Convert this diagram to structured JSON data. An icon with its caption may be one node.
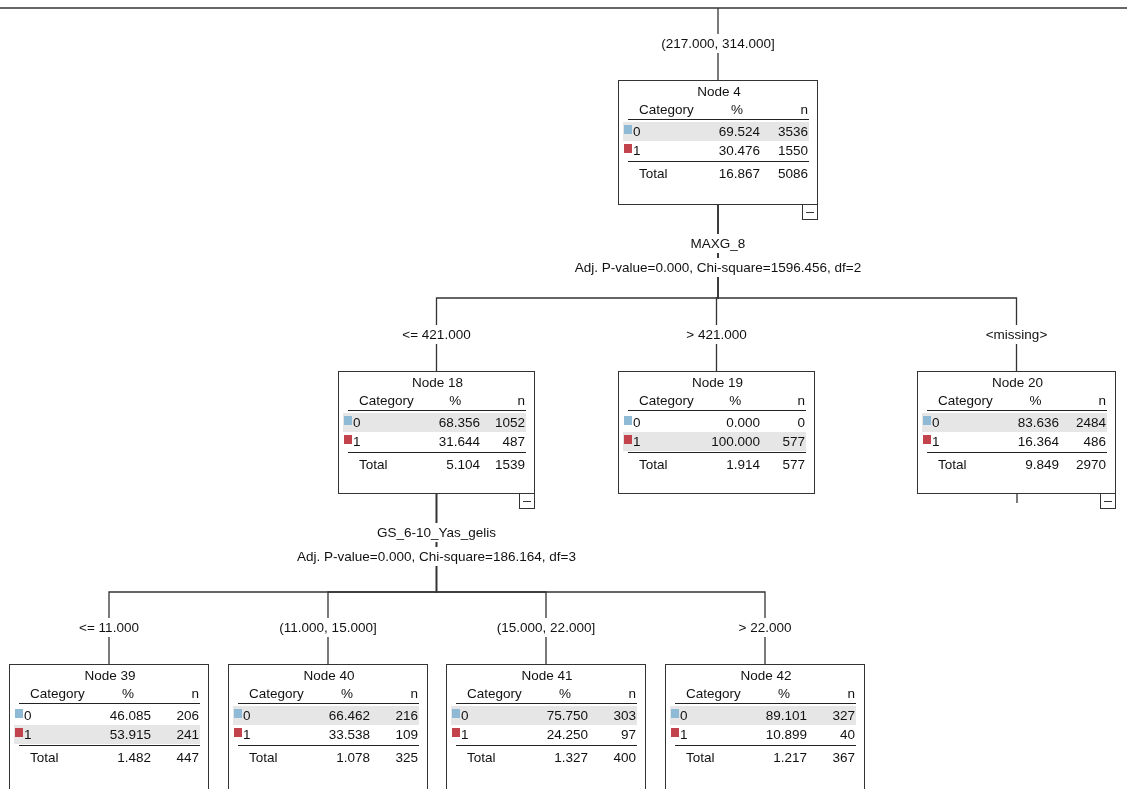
{
  "diagram": {
    "nodes": [
      {
        "text": [
          "Node 4",
          "Category",
          "%",
          "n",
          "0",
          "69.524",
          "3536",
          "1",
          "30.476",
          "1550",
          "Total",
          "16.867",
          "5086"
        ],
        "beside": [
          "MAXG_8",
          "Adj. P-value=0.000, Chi-square=1596.456, df=2"
        ]
      },
      {
        "text": [
          "Node 18",
          "Category",
          "%",
          "n",
          "0",
          "68.356",
          "1052",
          "1",
          "31.644",
          "487",
          "Total",
          "5.104",
          "1539"
        ],
        "beside": [
          "GS_6-10_Yas_gelis",
          "Adj. P-value=0.000, Chi-square=186.164, df=3"
        ]
      },
      {
        "text": [
          "Node 19",
          "Category",
          "%",
          "n",
          "0",
          "0.000",
          "0",
          "1",
          "100.000",
          "577",
          "Total",
          "1.914",
          "577"
        ]
      },
      {
        "text": [
          "Node 20",
          "Category",
          "%",
          "n",
          "0",
          "83.636",
          "2484",
          "1",
          "16.364",
          "486",
          "Total",
          "9.849",
          "2970"
        ]
      },
      {
        "text": [
          "Node 39",
          "Category",
          "%",
          "n",
          "0",
          "46.085",
          "206",
          "1",
          "53.915",
          "241",
          "Total",
          "1.482",
          "447"
        ]
      },
      {
        "text": [
          "Node 40",
          "Category",
          "%",
          "n",
          "0",
          "66.462",
          "216",
          "1",
          "33.538",
          "109",
          "Total",
          "1.078",
          "325"
        ]
      },
      {
        "text": [
          "Node 41",
          "Category",
          "%",
          "n",
          "0",
          "75.750",
          "303",
          "1",
          "24.250",
          "97",
          "Total",
          "1.327",
          "400"
        ]
      },
      {
        "text": [
          "Node 42",
          "Category",
          "%",
          "n",
          "0",
          "89.101",
          "327",
          "1",
          "10.899",
          "40",
          "Total",
          "1.217",
          "367"
        ]
      }
    ],
    "edges": [
      {
        "from": null,
        "to": 0,
        "arrow": "none",
        "label": "(217.000, 314.000]"
      },
      {
        "from": 0,
        "to": 1,
        "arrow": "none",
        "label": "<= 421.000"
      },
      {
        "from": 0,
        "to": 2,
        "arrow": "none",
        "label": "> 421.000"
      },
      {
        "from": 0,
        "to": 3,
        "arrow": "none",
        "label": "<missing>"
      },
      {
        "from": 1,
        "to": 4,
        "arrow": "none",
        "label": "<= 11.000"
      },
      {
        "from": 1,
        "to": 5,
        "arrow": "none",
        "label": "(11.000, 15.000]"
      },
      {
        "from": 1,
        "to": 6,
        "arrow": "none",
        "label": "(15.000, 22.000]"
      },
      {
        "from": 1,
        "to": 7,
        "arrow": "none",
        "label": "> 22.000"
      }
    ]
  }
}
